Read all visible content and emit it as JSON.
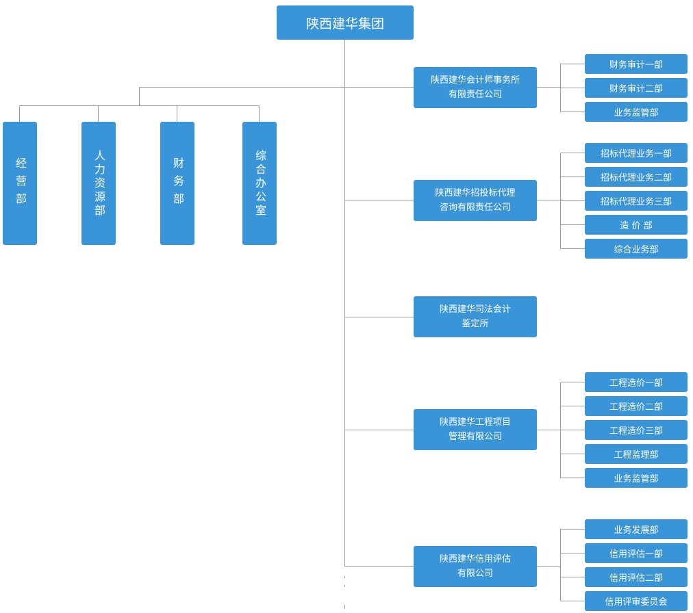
{
  "root": {
    "label": "陕西建华集团"
  },
  "left_depts": [
    {
      "label": "经营部"
    },
    {
      "label": "人力资源部"
    },
    {
      "label": "财务部"
    },
    {
      "label": "综合办公室"
    }
  ],
  "companies": [
    {
      "label": "陕西建华会计师事务所\n有限责任公司",
      "depts": [
        "财务审计一部",
        "财务审计二部",
        "业务监管部"
      ]
    },
    {
      "label": "陕西建华招投标代理\n咨询有限责任公司",
      "depts": [
        "招标代理业务一部",
        "招标代理业务二部",
        "招标代理业务三部",
        "造 价 部",
        "综合业务部"
      ]
    },
    {
      "label": "陕西建华司法会计\n鉴定所",
      "depts": []
    },
    {
      "label": "陕西建华工程项目\n管理有限公司",
      "depts": [
        "工程造价一部",
        "工程造价二部",
        "工程造价三部",
        "工程监理部",
        "业务监管部"
      ]
    },
    {
      "label": "陕西建华信用评估\n有限公司",
      "depts": [
        "业务发展部",
        "信用评估一部",
        "信用评估二部",
        "信用评审委员会"
      ]
    }
  ],
  "colors": {
    "box": "#3a95d8",
    "line": "#9a9a9a",
    "text": "#ffffff"
  }
}
